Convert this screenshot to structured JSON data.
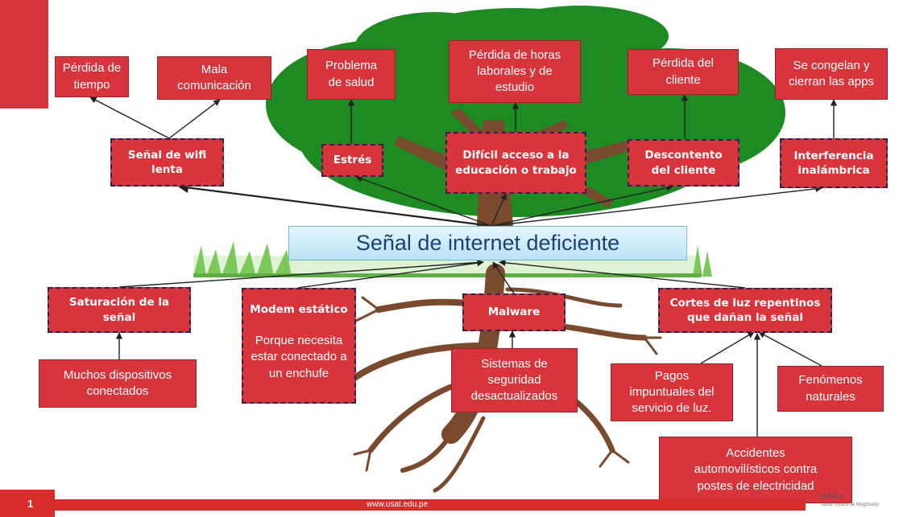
{
  "problem": "Señal de internet deficiente",
  "effects": [
    {
      "id": "e1",
      "text": "Pérdida de\ntiempo"
    },
    {
      "id": "e2",
      "text": "Mala\ncomunicación"
    },
    {
      "id": "e3",
      "text": "Problema\nde salud"
    },
    {
      "id": "e4",
      "text": "Pérdida de horas\nlaborales y de\nestudio"
    },
    {
      "id": "e5",
      "text": "Pérdida del\ncliente"
    },
    {
      "id": "e6",
      "text": "Se congelan y\ncierran las apps"
    }
  ],
  "direct_effects": [
    {
      "id": "d1",
      "text": "Señal de wifi\nlenta"
    },
    {
      "id": "d2",
      "text": "Estrés"
    },
    {
      "id": "d3",
      "text": "Difícil acceso a la\neducación o trabajo"
    },
    {
      "id": "d4",
      "text": "Descontento\ndel cliente"
    },
    {
      "id": "d5",
      "text": "Interferencia\ninalámbrica"
    }
  ],
  "direct_causes": [
    {
      "id": "c1",
      "text": "Saturación de la\nseñal"
    },
    {
      "id": "c2",
      "text": "Modem estático"
    },
    {
      "id": "c3",
      "text": "Malware"
    },
    {
      "id": "c4",
      "text": "Cortes de luz repentinos\nque dañan la señal"
    }
  ],
  "root_causes": [
    {
      "id": "r1",
      "text": "Muchos dispositivos\nconectados"
    },
    {
      "id": "r2",
      "text": "Porque necesita\nestar conectado a\nun enchufe"
    },
    {
      "id": "r3",
      "text": "Sistemas de\nseguridad\ndesactualizados"
    },
    {
      "id": "r4",
      "text": "Pagos\nimpuntuales del\nservicio de luz."
    },
    {
      "id": "r5",
      "text": "Fenómenos\nnaturales"
    },
    {
      "id": "r6",
      "text": "Accidentes\nautomovilísticos contra\npostes de electricidad"
    }
  ],
  "footer": {
    "slide_number": "1",
    "url": "www.usat.edu.pe",
    "logo_text": "atólica",
    "logo_sub": "Santo Toribio de Mogrovejo"
  },
  "colors": {
    "box": "#d8343c",
    "tree": "#1f8a22",
    "trunk": "#7a4a2e",
    "grass": "#6cc04a",
    "accent": "#d62d2d"
  }
}
